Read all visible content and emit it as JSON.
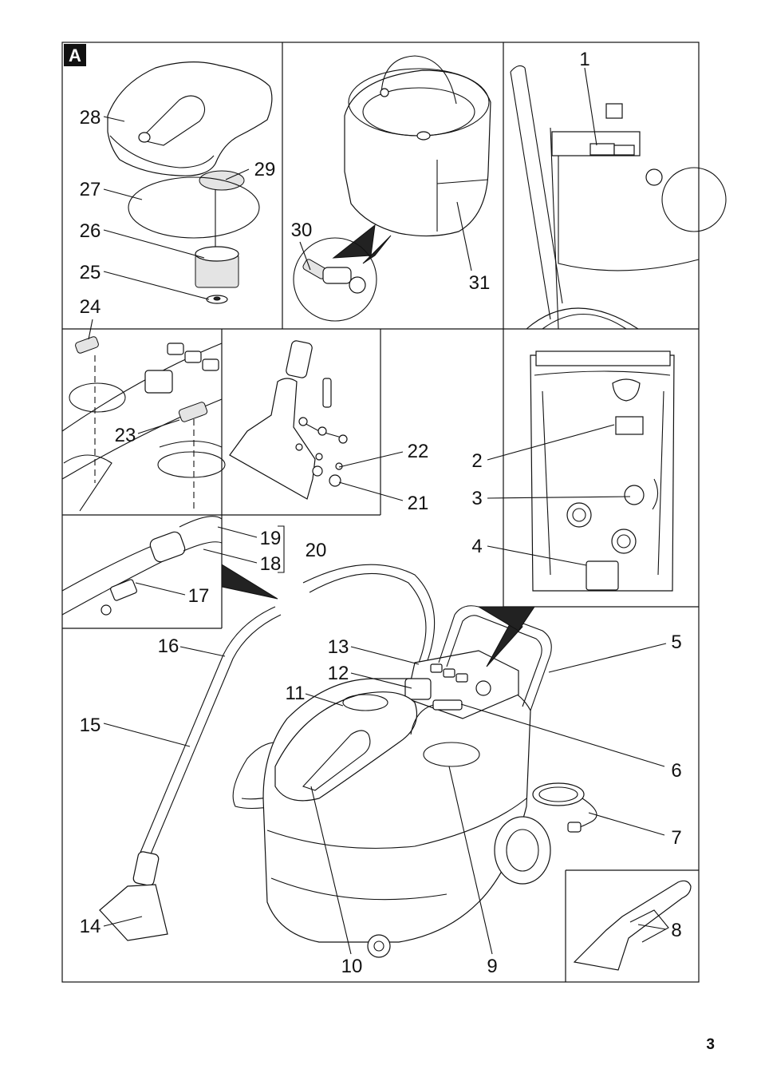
{
  "section_badge": "A",
  "page_number": "3",
  "callouts": {
    "c1": "1",
    "c2": "2",
    "c3": "3",
    "c4": "4",
    "c5": "5",
    "c6": "6",
    "c7": "7",
    "c8": "8",
    "c9": "9",
    "c10": "10",
    "c11": "11",
    "c12": "12",
    "c13": "13",
    "c14": "14",
    "c15": "15",
    "c16": "16",
    "c17": "17",
    "c18": "18",
    "c19": "19",
    "c20": "20",
    "c21": "21",
    "c22": "22",
    "c23": "23",
    "c24": "24",
    "c25": "25",
    "c26": "26",
    "c27": "27",
    "c28": "28",
    "c29": "29",
    "c30": "30",
    "c31": "31"
  }
}
